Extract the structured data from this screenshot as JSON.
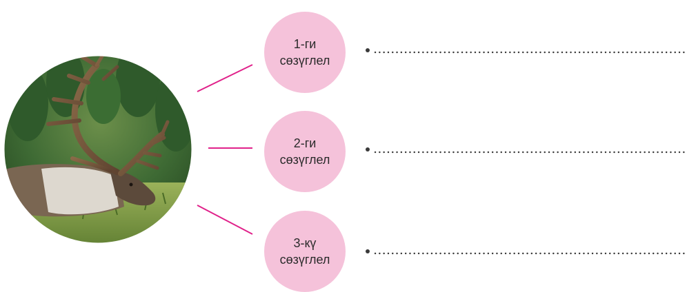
{
  "sentences": [
    {
      "number": "1-ги",
      "word": "сөзүглел"
    },
    {
      "number": "2-ги",
      "word": "сөзүглел"
    },
    {
      "number": "3-кү",
      "word": "сөзүглел"
    }
  ],
  "colors": {
    "bubble": "#f5c2da",
    "connector": "#e0218a",
    "dots": "#3a3a3a"
  },
  "image": {
    "subject": "reindeer"
  }
}
